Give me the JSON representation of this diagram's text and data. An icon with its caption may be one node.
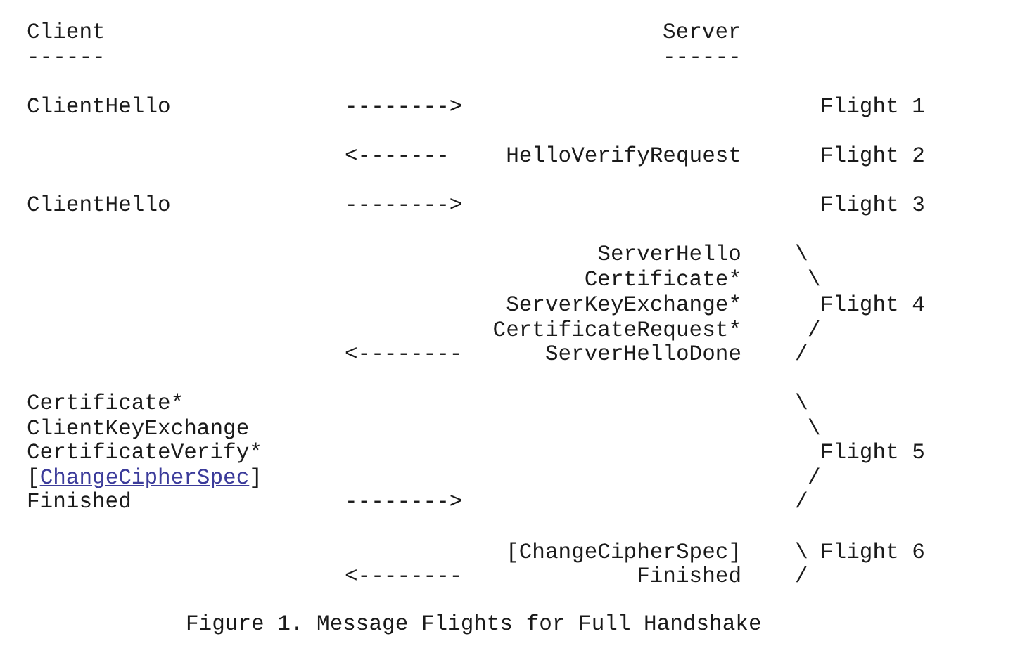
{
  "diagram": {
    "caption": "Figure 1. Message Flights for Full Handshake",
    "labels": [
      "Client",
      "Server",
      "------",
      "------",
      "ClientHello",
      "-------->",
      "Flight 1",
      "<-------",
      "HelloVerifyRequest",
      "Flight 2",
      "ClientHello",
      "-------->",
      "Flight 3",
      "ServerHello",
      "\\",
      "Certificate*",
      "\\",
      "ServerKeyExchange*",
      "Flight 4",
      "CertificateRequest*",
      "/",
      "<--------",
      "ServerHelloDone",
      "/",
      "Certificate*",
      "\\",
      "ClientKeyExchange",
      "\\",
      "CertificateVerify*",
      "Flight 5",
      "[ChangeCipherSpec]",
      "/",
      "Finished",
      "-------->",
      "/",
      "[ChangeCipherSpec]",
      "\\",
      "Flight 6",
      "<--------",
      "Finished",
      "/"
    ]
  }
}
